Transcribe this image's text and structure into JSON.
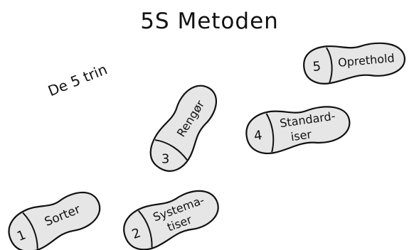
{
  "title": "5S Metoden",
  "subtitle": "De 5 trin",
  "steps": [
    {
      "number": "1",
      "label_lines": [
        "Sorter"
      ]
    },
    {
      "number": "2",
      "label_lines": [
        "Systema-",
        "tiser"
      ]
    },
    {
      "number": "3",
      "label_lines": [
        "Rengør"
      ]
    },
    {
      "number": "4",
      "label_lines": [
        "Standard-",
        "iser"
      ]
    },
    {
      "number": "5",
      "label_lines": [
        "Oprethold"
      ]
    }
  ],
  "colors": {
    "sole_fill": "#e6e6e6",
    "outline": "#111111",
    "background": "#ffffff"
  },
  "icons": [
    "footprint-icon"
  ]
}
